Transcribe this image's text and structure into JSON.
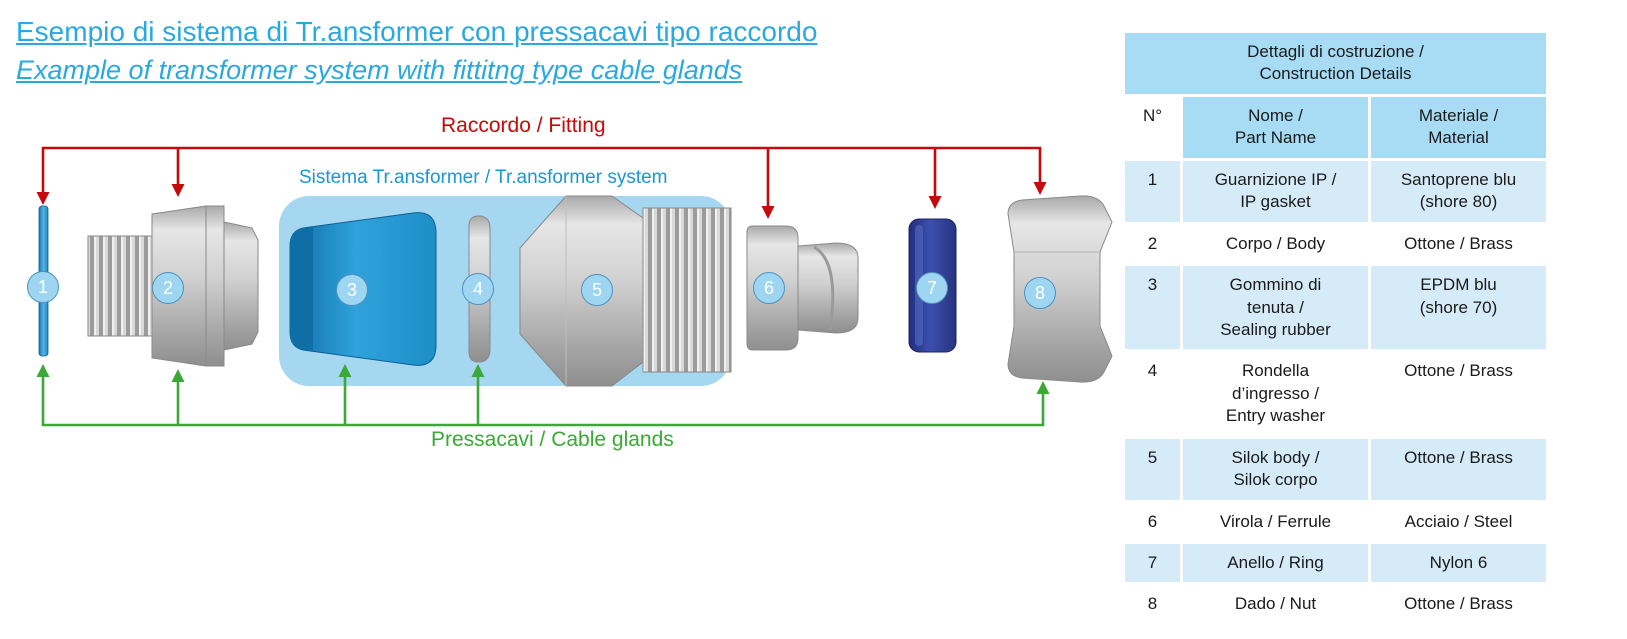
{
  "title": "Esempio di sistema di Tr.ansformer con pressacavi tipo raccordo",
  "subtitle": "Example of transformer system with fittitng type cable glands",
  "labels": {
    "fitting": "Raccordo / Fitting",
    "system": "Sistema Tr.ansformer / Tr.ansformer system",
    "glands": "Pressacavi / Cable glands"
  },
  "colors": {
    "title_cyan": "#2aa9e1",
    "fitting_red": "#c40a0a",
    "glands_green": "#3aa935",
    "system_blue": "#1b96d2",
    "container_blue": "#a5d7f1",
    "table_header_blue": "#a8dcf4",
    "table_row_alt_blue": "#d6ebf8",
    "gasket_blue": "#2a8fc6",
    "rubber_blue": "#1f93cf",
    "ring_navy": "#2b3a93"
  },
  "components": [
    {
      "number": "1"
    },
    {
      "number": "2"
    },
    {
      "number": "3"
    },
    {
      "number": "4"
    },
    {
      "number": "5"
    },
    {
      "number": "6"
    },
    {
      "number": "7"
    },
    {
      "number": "8"
    }
  ],
  "table": {
    "title": "Dettagli di costruzione /\nConstruction Details",
    "columns": [
      "N°",
      "Nome /\nPart Name",
      "Materiale /\nMaterial"
    ],
    "rows": [
      {
        "n": "1",
        "name": "Guarnizione IP /\nIP gasket",
        "material": "Santoprene blu\n(shore 80)"
      },
      {
        "n": "2",
        "name": "Corpo / Body",
        "material": "Ottone / Brass"
      },
      {
        "n": "3",
        "name": "Gommino di\ntenuta /\nSealing rubber",
        "material": "EPDM blu\n(shore 70)"
      },
      {
        "n": "4",
        "name": "Rondella\nd’ingresso /\nEntry washer",
        "material": "Ottone / Brass"
      },
      {
        "n": "5",
        "name": "Silok body /\nSilok corpo",
        "material": "Ottone / Brass"
      },
      {
        "n": "6",
        "name": "Virola / Ferrule",
        "material": "Acciaio / Steel"
      },
      {
        "n": "7",
        "name": "Anello / Ring",
        "material": "Nylon 6"
      },
      {
        "n": "8",
        "name": "Dado / Nut",
        "material": "Ottone / Brass"
      }
    ]
  }
}
